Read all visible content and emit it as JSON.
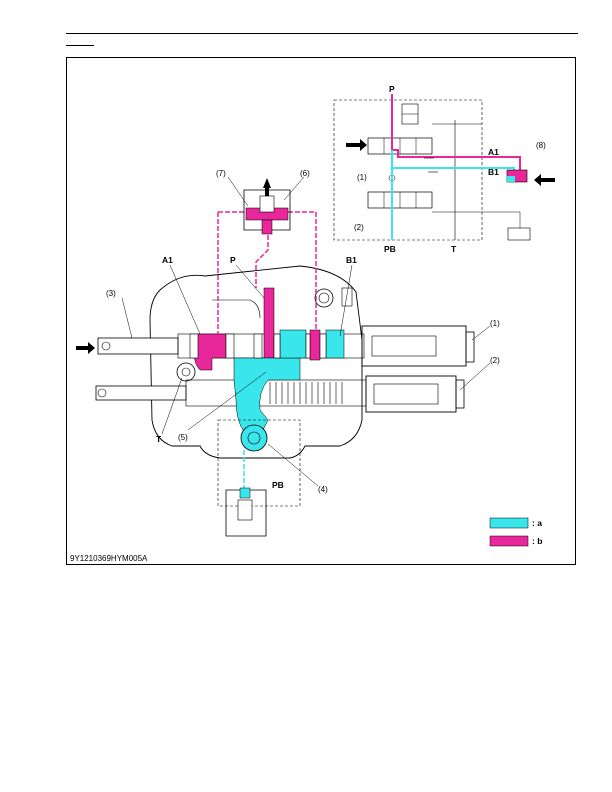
{
  "figure": {
    "caption": "9Y1210369HYM005A",
    "labels": {
      "p_main": "P",
      "a1_main": "A1",
      "b1_main": "B1",
      "t_main": "T",
      "pb_main": "PB",
      "n1_main": "(1)",
      "n2_main": "(2)",
      "n3": "(3)",
      "n4": "(4)",
      "n5": "(5)",
      "n6": "(6)",
      "n7": "(7)",
      "p_schem": "P",
      "a1_schem": "A1",
      "b1_schem": "B1",
      "pb_schem": "PB",
      "t_schem": "T",
      "n1_schem": "(1)",
      "n2_schem": "(2)",
      "n8": "(8)"
    },
    "legend": [
      {
        "label": ": a",
        "color": "#39e6ec"
      },
      {
        "label": ": b",
        "color": "#e8279a"
      }
    ]
  },
  "colors": {
    "pressure": "#e8279a",
    "return": "#39e6ec",
    "line": "#000000"
  }
}
